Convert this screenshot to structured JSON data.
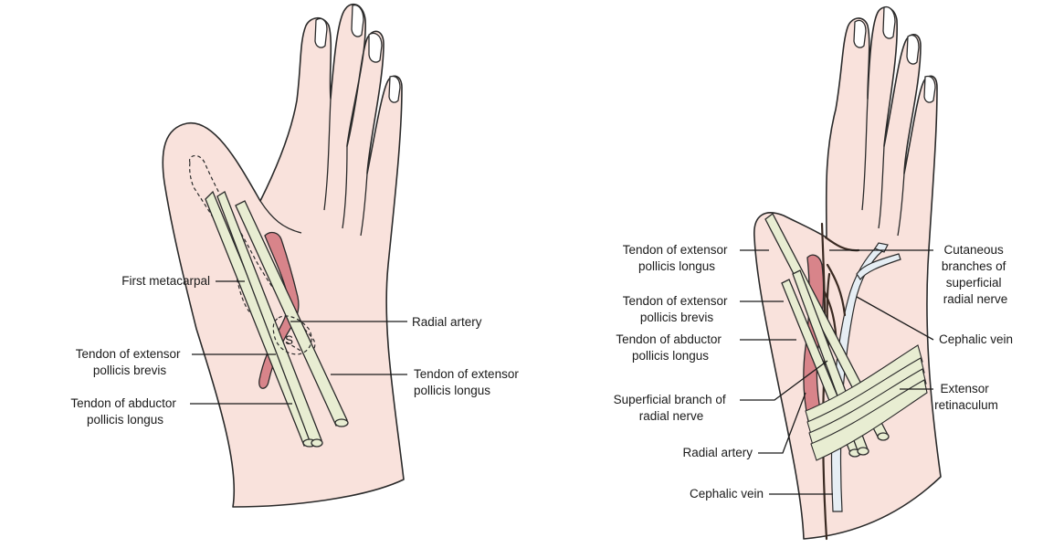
{
  "left_panel": {
    "labels": {
      "first_metacarpal": [
        "First metacarpal"
      ],
      "tendon_epb": [
        "Tendon of extensor",
        "pollicis brevis"
      ],
      "tendon_apl": [
        "Tendon of abductor",
        "pollicis longus"
      ],
      "radial_artery": [
        "Radial artery"
      ],
      "tendon_epl": [
        "Tendon of extensor",
        "pollicis longus"
      ],
      "snuffbox_mark": "S"
    }
  },
  "right_panel": {
    "labels": {
      "tendon_epl": [
        "Tendon of extensor",
        "pollicis longus"
      ],
      "tendon_epb": [
        "Tendon of extensor",
        "pollicis brevis"
      ],
      "tendon_apl": [
        "Tendon of abductor",
        "pollicis longus"
      ],
      "superficial_branch": [
        "Superficial branch of",
        "radial nerve"
      ],
      "radial_artery": [
        "Radial artery"
      ],
      "cephalic_vein_bottom": [
        "Cephalic vein"
      ],
      "cutaneous_branches": [
        "Cutaneous",
        "branches of",
        "superficial",
        "radial nerve"
      ],
      "cephalic_vein_right": [
        "Cephalic vein"
      ],
      "extensor_retinaculum": [
        "Extensor",
        "retinaculum"
      ]
    }
  },
  "colors": {
    "skin": "#f9e2dc",
    "tendon": "#e8edd2",
    "artery": "#d8848a",
    "vein": "#e6eef4",
    "outline": "#2a2a2a"
  }
}
